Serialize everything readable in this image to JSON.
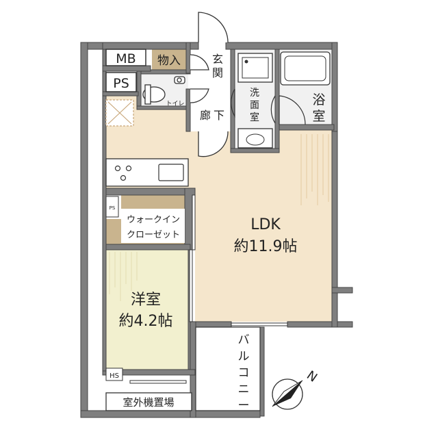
{
  "labels": {
    "mb": "MB",
    "ps": "PS",
    "storage": "物入",
    "entrance_1": "玄",
    "entrance_2": "関",
    "washroom_1": "洗",
    "washroom_2": "面",
    "washroom_3": "室",
    "bath_1": "浴",
    "bath_2": "室",
    "toilet": "トイレ",
    "hallway_1": "廊",
    "hallway_2": "下",
    "ldk_name": "LDK",
    "ldk_size": "約11.9帖",
    "closet_1": "ウォークイン",
    "closet_2": "クローゼット",
    "ps_small": "PS",
    "western_name": "洋室",
    "western_size": "約4.2帖",
    "hs": "HS",
    "balcony_1": "バ",
    "balcony_2": "ル",
    "balcony_3": "コ",
    "balcony_4": "ニ",
    "balcony_5": "ー",
    "outdoor_unit": "室外機置場",
    "north": "N"
  },
  "colors": {
    "wall": "#7f7f7f",
    "wall_dark": "#5a5a5a",
    "ldk_floor": "#f5e6cc",
    "western_floor": "#f2f0cf",
    "utility_floor": "#f1f1f1",
    "closet_floor": "#c9b48e",
    "line": "#333333"
  }
}
